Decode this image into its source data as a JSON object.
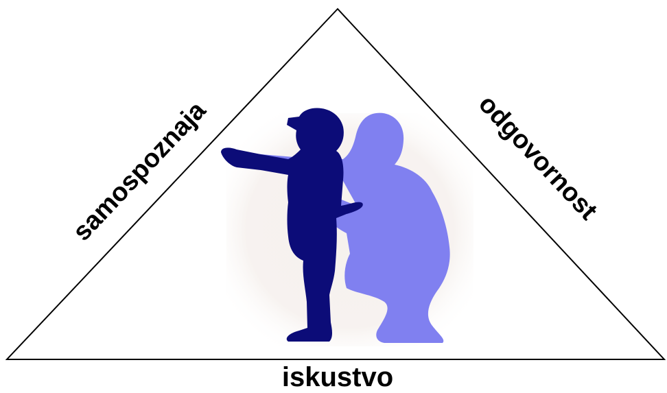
{
  "diagram": {
    "labels": {
      "left_side": "samospoznaja",
      "right_side": "odgovornost",
      "base": "iskustvo"
    },
    "illustration": {
      "adult_silhouette_icon": "crouching-adult-silhouette",
      "child_silhouette_icon": "pointing-child-silhouette"
    }
  },
  "colors": {
    "triangle_stroke": "#000000",
    "adult_silhouette": "#8080f0",
    "child_silhouette": "#0c0c78",
    "photo_background": "#f6f1ee",
    "label_text": "#000000"
  }
}
